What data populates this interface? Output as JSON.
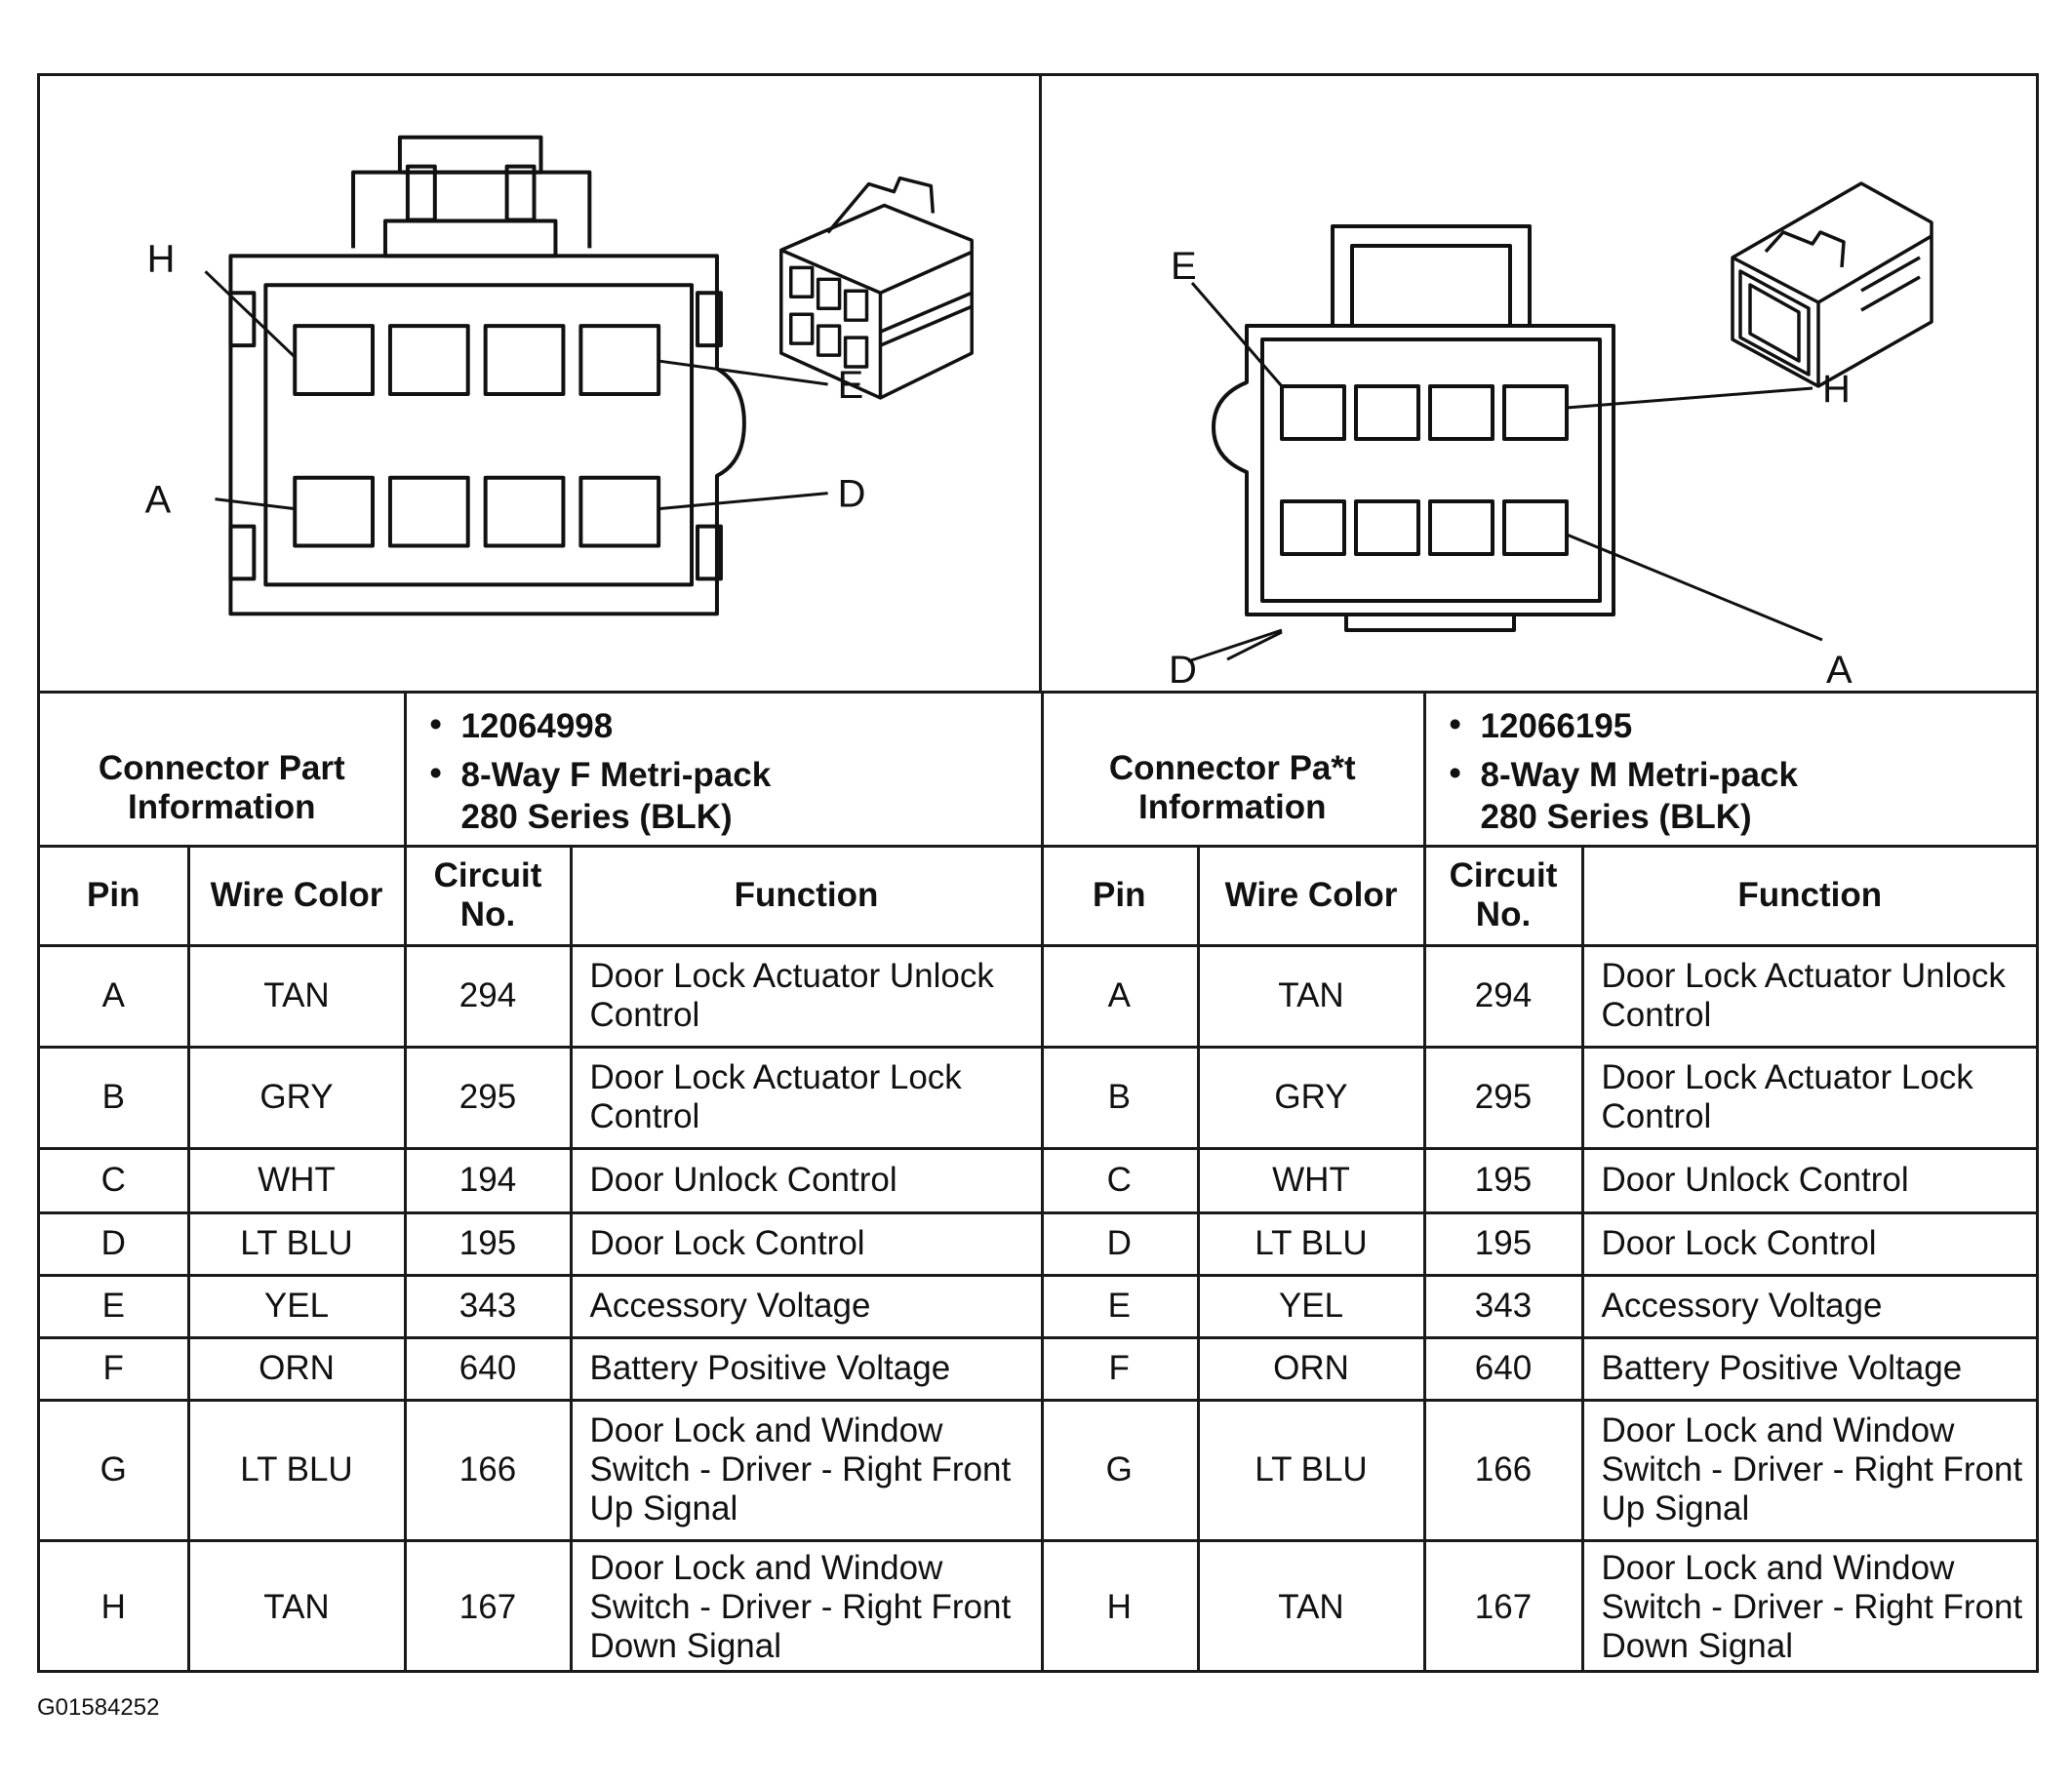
{
  "connectors": [
    {
      "id": "left",
      "pin_labels": {
        "top_left": "H",
        "top_right": "E",
        "bottom_left": "A",
        "bottom_right": "D"
      },
      "info_label": "Connector Part Information",
      "part_number": "12064998",
      "part_desc_line1": "8-Way F Metri-pack",
      "part_desc_line2": "280 Series (BLK)",
      "headers": {
        "pin": "Pin",
        "wire_color": "Wire Color",
        "circuit": "Circuit No.",
        "function": "Function"
      },
      "rows": [
        {
          "pin": "A",
          "wire_color": "TAN",
          "circuit": "294",
          "function": "Door Lock Actuator Unlock Control"
        },
        {
          "pin": "B",
          "wire_color": "GRY",
          "circuit": "295",
          "function": "Door Lock Actuator Lock Control"
        },
        {
          "pin": "C",
          "wire_color": "WHT",
          "circuit": "194",
          "function": "Door Unlock Control"
        },
        {
          "pin": "D",
          "wire_color": "LT BLU",
          "circuit": "195",
          "function": "Door Lock Control"
        },
        {
          "pin": "E",
          "wire_color": "YEL",
          "circuit": "343",
          "function": "Accessory Voltage"
        },
        {
          "pin": "F",
          "wire_color": "ORN",
          "circuit": "640",
          "function": "Battery Positive Voltage"
        },
        {
          "pin": "G",
          "wire_color": "LT BLU",
          "circuit": "166",
          "function": "Door Lock and Window Switch - Driver - Right Front Up Signal"
        },
        {
          "pin": "H",
          "wire_color": "TAN",
          "circuit": "167",
          "function": "Door Lock and Window Switch - Driver - Right Front Down Signal"
        }
      ]
    },
    {
      "id": "right",
      "pin_labels": {
        "top_left": "E",
        "top_right": "H",
        "bottom_left": "D",
        "bottom_right": "A"
      },
      "info_label": "Connector Pa*t Information",
      "part_number": "12066195",
      "part_desc_line1": "8-Way M Metri-pack",
      "part_desc_line2": "280 Series (BLK)",
      "headers": {
        "pin": "Pin",
        "wire_color": "Wire Color",
        "circuit": "Circuit No.",
        "function": "Function"
      },
      "rows": [
        {
          "pin": "A",
          "wire_color": "TAN",
          "circuit": "294",
          "function": "Door Lock Actuator Unlock Control"
        },
        {
          "pin": "B",
          "wire_color": "GRY",
          "circuit": "295",
          "function": "Door Lock Actuator Lock Control"
        },
        {
          "pin": "C",
          "wire_color": "WHT",
          "circuit": "195",
          "function": "Door Unlock Control"
        },
        {
          "pin": "D",
          "wire_color": "LT BLU",
          "circuit": "195",
          "function": "Door Lock Control"
        },
        {
          "pin": "E",
          "wire_color": "YEL",
          "circuit": "343",
          "function": "Accessory Voltage"
        },
        {
          "pin": "F",
          "wire_color": "ORN",
          "circuit": "640",
          "function": "Battery Positive Voltage"
        },
        {
          "pin": "G",
          "wire_color": "LT BLU",
          "circuit": "166",
          "function": "Door Lock and Window Switch - Driver - Right Front Up Signal"
        },
        {
          "pin": "H",
          "wire_color": "TAN",
          "circuit": "167",
          "function": "Door Lock and Window Switch - Driver - Right Front Down Signal"
        }
      ]
    }
  ],
  "bullet": "•",
  "figure_id": "G01584252"
}
